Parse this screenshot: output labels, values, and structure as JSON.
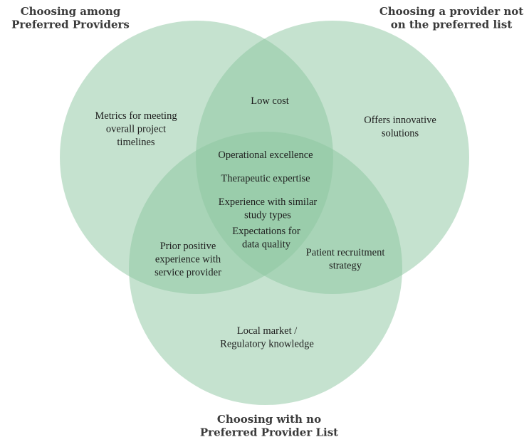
{
  "diagram": {
    "type": "venn",
    "fill_color": "#8cc5a0",
    "fill_opacity": 0.5,
    "sets": [
      {
        "id": "preferred",
        "title_lines": [
          "Choosing among",
          "Preferred Providers"
        ]
      },
      {
        "id": "not_preferred",
        "title_lines": [
          "Choosing a provider not",
          "on the preferred list"
        ]
      },
      {
        "id": "no_list",
        "title_lines": [
          "Choosing with no",
          "Preferred Provider List"
        ]
      }
    ],
    "regions": [
      {
        "sets": [
          "preferred"
        ],
        "items": [
          [
            "Metrics for meeting",
            "overall project",
            "timelines"
          ]
        ]
      },
      {
        "sets": [
          "not_preferred"
        ],
        "items": [
          [
            "Offers innovative",
            "solutions"
          ]
        ]
      },
      {
        "sets": [
          "no_list"
        ],
        "items": [
          [
            "Local market /",
            "Regulatory knowledge"
          ]
        ]
      },
      {
        "sets": [
          "preferred",
          "not_preferred"
        ],
        "items": [
          [
            "Low cost"
          ]
        ]
      },
      {
        "sets": [
          "preferred",
          "no_list"
        ],
        "items": [
          [
            "Prior positive",
            "experience with",
            "service provider"
          ]
        ]
      },
      {
        "sets": [
          "not_preferred",
          "no_list"
        ],
        "items": [
          [
            "Patient recruitment",
            "strategy"
          ]
        ]
      },
      {
        "sets": [
          "preferred",
          "not_preferred",
          "no_list"
        ],
        "items": [
          [
            "Operational excellence"
          ],
          [
            "Therapeutic expertise"
          ],
          [
            "Experience with similar",
            "study types"
          ],
          [
            "Expectations for",
            "data quality"
          ]
        ]
      }
    ]
  }
}
